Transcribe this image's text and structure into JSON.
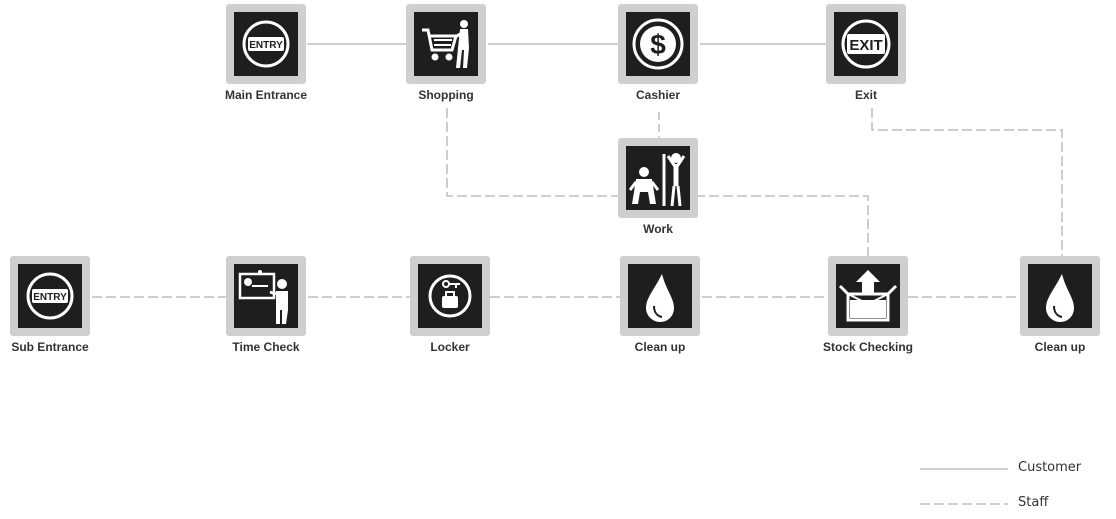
{
  "nodes": {
    "main_entrance": {
      "label": "Main Entrance",
      "icon": "entry-sign-icon"
    },
    "shopping": {
      "label": "Shopping",
      "icon": "shopping-cart-icon"
    },
    "cashier": {
      "label": "Cashier",
      "icon": "dollar-coin-icon"
    },
    "exit": {
      "label": "Exit",
      "icon": "exit-sign-icon"
    },
    "work": {
      "label": "Work",
      "icon": "worker-icon"
    },
    "sub_entrance": {
      "label": "Sub Entrance",
      "icon": "entry-sign-icon"
    },
    "time_check": {
      "label": "Time Check",
      "icon": "time-clock-board-icon"
    },
    "locker": {
      "label": "Locker",
      "icon": "locker-icon"
    },
    "clean_up_1": {
      "label": "Clean up",
      "icon": "water-drop-icon"
    },
    "stock_checking": {
      "label": "Stock Checking",
      "icon": "box-up-arrow-icon"
    },
    "clean_up_2": {
      "label": "Clean up",
      "icon": "water-drop-icon"
    }
  },
  "icon_texts": {
    "entry": "ENTRY",
    "exit": "EXIT"
  },
  "legend": {
    "customer": "Customer",
    "staff": "Staff"
  },
  "colors": {
    "tile_frame": "#cfcfcf",
    "tile_fill": "#1e1e1e",
    "line": "#bdbdbd",
    "label": "#333333"
  }
}
